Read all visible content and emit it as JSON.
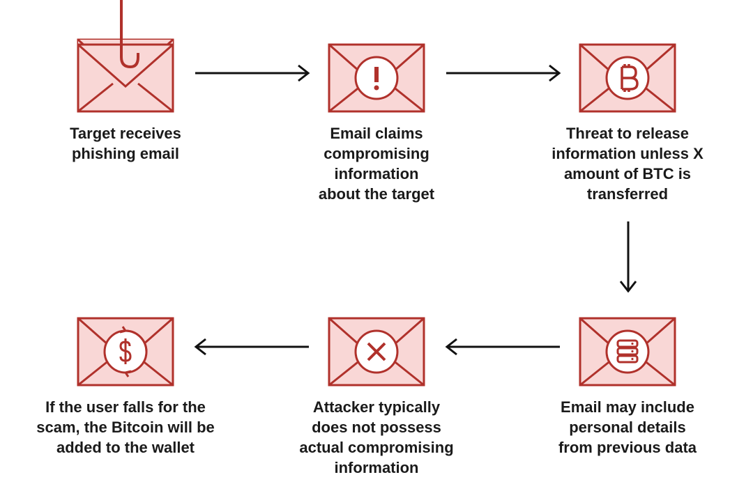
{
  "colors": {
    "stroke": "#b0312b",
    "fill": "#f9d7d6",
    "arrow": "#111111",
    "text": "#1a1a1a"
  },
  "steps": [
    {
      "icon": "hook-icon",
      "label": "Target receives\nphishing email"
    },
    {
      "icon": "exclamation-icon",
      "label": "Email claims\ncompromising\ninformation\nabout the target"
    },
    {
      "icon": "bitcoin-icon",
      "label": "Threat to release\ninformation unless X\namount of BTC is\ntransferred"
    },
    {
      "icon": "database-icon",
      "label": "Email may include\npersonal details\nfrom previous data"
    },
    {
      "icon": "x-icon",
      "label": "Attacker typically\ndoes not possess\nactual compromising\ninformation"
    },
    {
      "icon": "dollar-cycle-icon",
      "label": "If the user falls for the\nscam, the Bitcoin will be\nadded to the wallet"
    }
  ]
}
